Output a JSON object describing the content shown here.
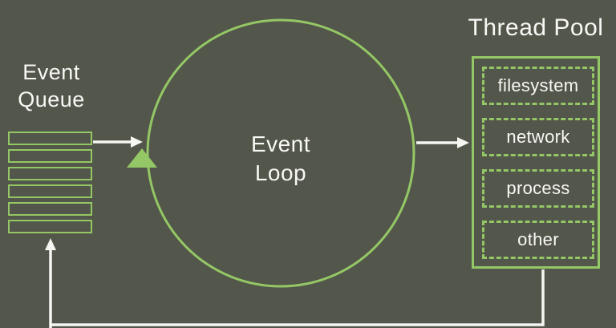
{
  "colors": {
    "background": "#53564a",
    "accent_green": "#94c765",
    "line_white": "#f6f6f3",
    "text_white": "#f8f8f5"
  },
  "event_queue": {
    "label": "Event\nQueue",
    "slot_count": 6
  },
  "event_loop": {
    "label": "Event\nLoop"
  },
  "thread_pool": {
    "title": "Thread Pool",
    "tasks": [
      "filesystem",
      "network",
      "process",
      "other"
    ]
  }
}
